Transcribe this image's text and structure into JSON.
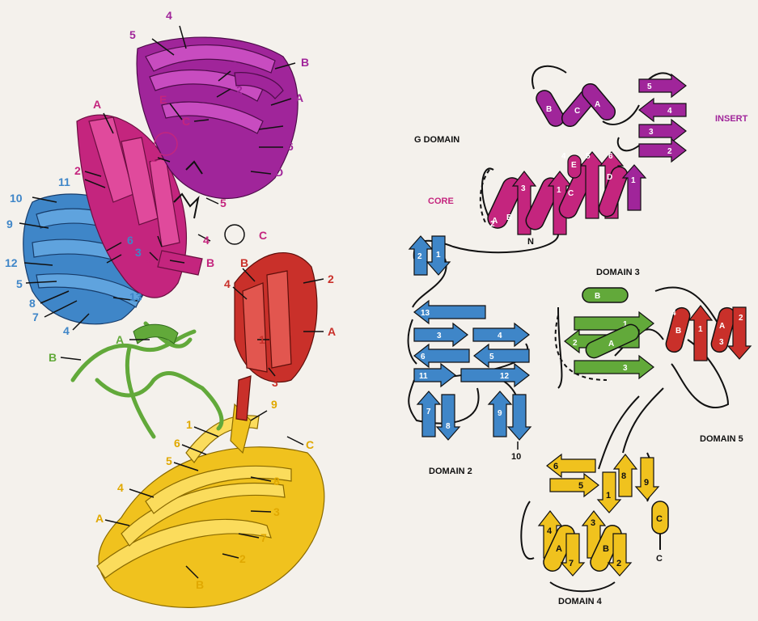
{
  "colors": {
    "g_domain": "#a0259a",
    "core": "#c4257e",
    "domain2": "#3f86c8",
    "domain3": "#62a93a",
    "domain4": "#f0c21e",
    "domain5": "#c9302a",
    "background": "#f4f1ec"
  },
  "left": {
    "g_purple": [
      "5",
      "4",
      "B",
      "3",
      "2",
      "A",
      "1",
      "6",
      "D"
    ],
    "core_pink": [
      "A",
      "E",
      "C",
      "1",
      "2",
      "5",
      "4",
      "C",
      "3",
      "B"
    ],
    "domain2_blue": [
      "11",
      "10",
      "9",
      "6",
      "3",
      "12",
      "5",
      "8",
      "7",
      "4",
      "13"
    ],
    "domain3_green": [
      "A",
      "B"
    ],
    "domain5_red": [
      "B",
      "4",
      "2",
      "1",
      "A",
      "3"
    ],
    "domain4_yellow": [
      "9",
      "1",
      "6",
      "C",
      "5",
      "8",
      "4",
      "3",
      "A",
      "7",
      "2",
      "B"
    ]
  },
  "right": {
    "titles": {
      "g_domain": "G DOMAIN",
      "insert": "INSERT",
      "core": "CORE",
      "domain2": "DOMAIN 2",
      "domain3": "DOMAIN 3",
      "domain4": "DOMAIN 4",
      "domain5": "DOMAIN 5"
    },
    "insert": {
      "helices": [
        "B",
        "C",
        "A"
      ],
      "strands": [
        "5",
        "4",
        "3",
        "2"
      ]
    },
    "core": {
      "labels": [
        "4",
        "E",
        "5",
        "6",
        "3",
        "1",
        "C",
        "D",
        "1",
        "2",
        "A",
        "B"
      ],
      "n_terminus": "N"
    },
    "domain2": {
      "strands": [
        "2",
        "1",
        "13",
        "3",
        "4",
        "6",
        "5",
        "11",
        "12",
        "7",
        "8",
        "9"
      ],
      "arrow_label": "10"
    },
    "domain3": {
      "labels": [
        "B",
        "1",
        "2",
        "A",
        "3"
      ]
    },
    "domain4": {
      "labels": [
        "6",
        "5",
        "8",
        "1",
        "9",
        "C",
        "4",
        "3",
        "A",
        "B",
        "7",
        "2"
      ],
      "c_terminus": "C"
    },
    "domain5": {
      "labels": [
        "4",
        "B",
        "1",
        "A",
        "2",
        "3"
      ]
    }
  }
}
